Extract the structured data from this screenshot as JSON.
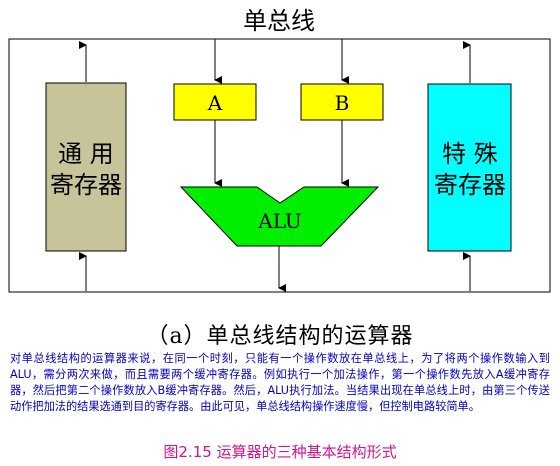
{
  "diagram": {
    "bus_label": "单总线",
    "register_a": "A",
    "register_b": "B",
    "alu": "ALU",
    "general_registers": [
      "通 用",
      "寄存器"
    ],
    "special_registers": [
      "特 殊",
      "寄存器"
    ],
    "colors": {
      "general_fill": "#c8c49a",
      "buffer_fill": "#ffff00",
      "alu_fill": "#00ee00",
      "special_fill": "#00ffff",
      "description_text": "#0000cc",
      "figure_caption": "#d4148a"
    }
  },
  "caption": "（a）单总线结构的运算器",
  "description": "对单总线结构的运算器来说，在同一个时刻，只能有一个操作数放在单总线上，为了将两个操作数输入到ALU，需分两次来做，而且需要两个缓冲寄存器。例如执行一个加法操作，第一个操作数先放入A缓冲寄存器，然后把第二个操作数放入B缓冲寄存器。然后，ALU执行加法。当结果出现在单总线上时，由第三个传送动作把加法的结果选通到目的寄存器。由此可见，单总线结构操作速度慢，但控制电路较简单。",
  "figure_caption": "图2.15 运算器的三种基本结构形式"
}
